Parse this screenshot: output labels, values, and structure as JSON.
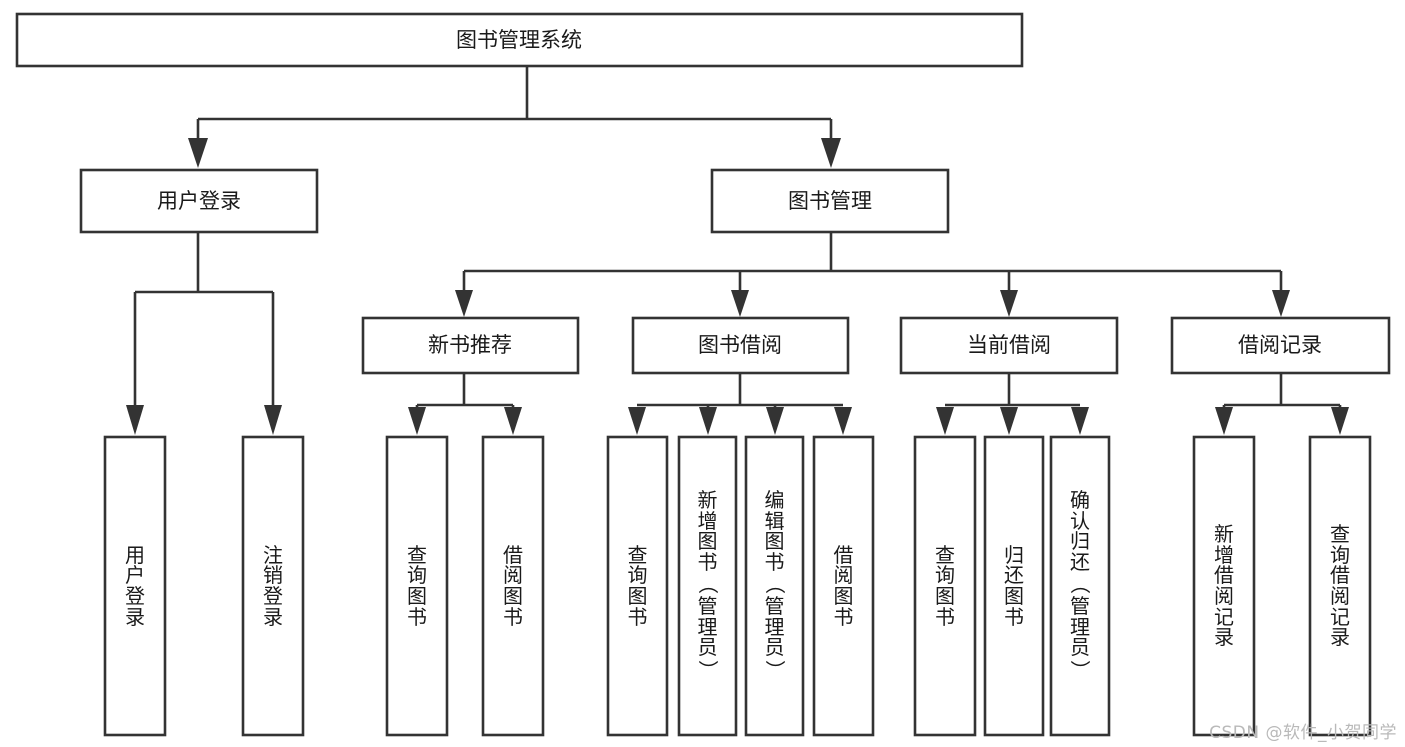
{
  "diagram": {
    "title": "图书管理系统",
    "type": "tree",
    "colors": {
      "box_stroke": "#333333",
      "box_fill": "#ffffff",
      "connector": "#333333",
      "text": "#1a1a1a",
      "background": "#ffffff",
      "watermark": "#b9b9b9"
    },
    "root": {
      "label": "图书管理系统",
      "orientation": "horizontal"
    },
    "level2": [
      {
        "label": "用户登录",
        "orientation": "horizontal"
      },
      {
        "label": "图书管理",
        "orientation": "horizontal"
      }
    ],
    "level3": [
      {
        "label": "新书推荐",
        "orientation": "horizontal",
        "parent": "图书管理"
      },
      {
        "label": "图书借阅",
        "orientation": "horizontal",
        "parent": "图书管理"
      },
      {
        "label": "当前借阅",
        "orientation": "horizontal",
        "parent": "图书管理"
      },
      {
        "label": "借阅记录",
        "orientation": "horizontal",
        "parent": "图书管理"
      }
    ],
    "leaves": [
      {
        "label": "用户登录",
        "parent": "用户登录",
        "orientation": "vertical"
      },
      {
        "label": "注销登录",
        "parent": "用户登录",
        "orientation": "vertical"
      },
      {
        "label": "查询图书",
        "parent": "新书推荐",
        "orientation": "vertical"
      },
      {
        "label": "借阅图书",
        "parent": "新书推荐",
        "orientation": "vertical"
      },
      {
        "label": "查询图书",
        "parent": "图书借阅",
        "orientation": "vertical"
      },
      {
        "label": "新增图书（管理员）",
        "parent": "图书借阅",
        "orientation": "vertical"
      },
      {
        "label": "编辑图书（管理员）",
        "parent": "图书借阅",
        "orientation": "vertical"
      },
      {
        "label": "借阅图书",
        "parent": "图书借阅",
        "orientation": "vertical"
      },
      {
        "label": "查询图书",
        "parent": "当前借阅",
        "orientation": "vertical"
      },
      {
        "label": "归还图书",
        "parent": "当前借阅",
        "orientation": "vertical"
      },
      {
        "label": "确认归还（管理员）",
        "parent": "当前借阅",
        "orientation": "vertical"
      },
      {
        "label": "新增借阅记录",
        "parent": "借阅记录",
        "orientation": "vertical"
      },
      {
        "label": "查询借阅记录",
        "parent": "借阅记录",
        "orientation": "vertical"
      }
    ],
    "watermark": "CSDN @软件_小贺同学"
  }
}
